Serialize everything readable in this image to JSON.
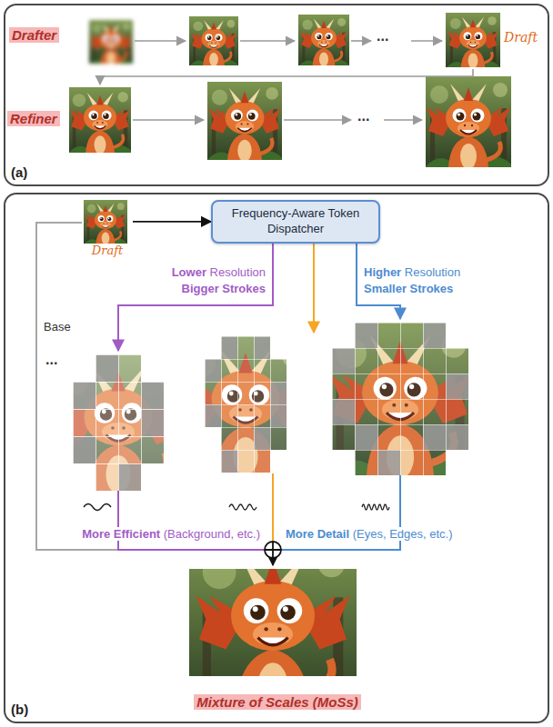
{
  "diagram": {
    "nodes": [
      {
        "text": [
          "(a)"
        ]
      },
      {
        "text": [
          "(b)"
        ]
      },
      {
        "text": [
          "Draft"
        ],
        "in": 1
      },
      {
        "text": [
          "Frequency-Aware Token Dispatcher"
        ],
        "in": 1
      }
    ],
    "edges": [
      {
        "from": 2,
        "to": 3,
        "arrow": "to"
      }
    ],
    "labels": [
      "Drafter",
      "...",
      "Draft",
      "Refiner",
      "...",
      "Base",
      "Lower Resolution",
      "Bigger Strokes",
      "Higher Resolution",
      "Smaller Strokes",
      "...",
      "More Efficient (Background, etc.)",
      "More Detail (Eyes, Edges, etc.)",
      "Mixture of Scales (MoSs)"
    ]
  }
}
